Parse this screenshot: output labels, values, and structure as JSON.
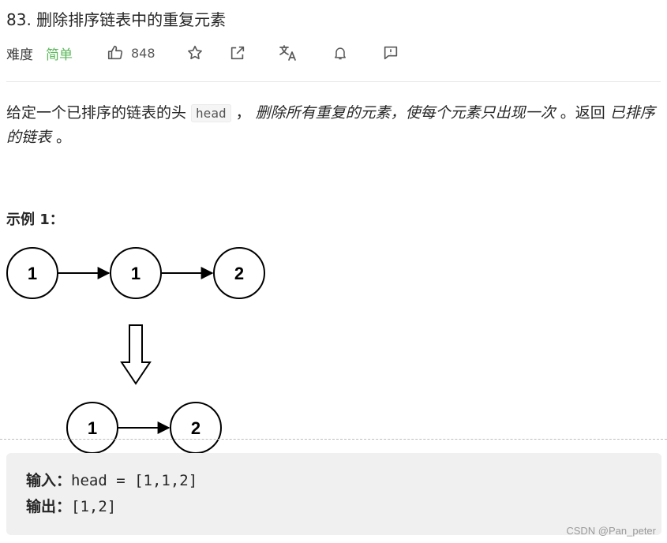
{
  "problem": {
    "title": "83. 删除排序链表中的重复元素",
    "difficulty_label": "难度",
    "difficulty_value": "简单",
    "likes": "848"
  },
  "icons": [
    "thumbs-up-icon",
    "star-icon",
    "share-icon",
    "translate-icon",
    "bell-icon",
    "feedback-icon"
  ],
  "colors": {
    "difficulty_easy": "#5cb85c",
    "code_bg": "#f0f0f0",
    "text": "#262626"
  },
  "description": {
    "p1": "给定一个已排序的链表的头 ",
    "code": "head",
    "p2": " ， ",
    "em1": "删除所有重复的元素，使每个元素只出现一次",
    "p3": " 。返回 ",
    "em2": "已排序的链表",
    "p4": " 。"
  },
  "example": {
    "title": "示例 1：",
    "before_nodes": [
      "1",
      "1",
      "2"
    ],
    "after_nodes": [
      "1",
      "2"
    ],
    "input_label": "输入：",
    "input_value": "head = [1,1,2]",
    "output_label": "输出：",
    "output_value": "[1,2]"
  },
  "watermark": "CSDN @Pan_peter"
}
